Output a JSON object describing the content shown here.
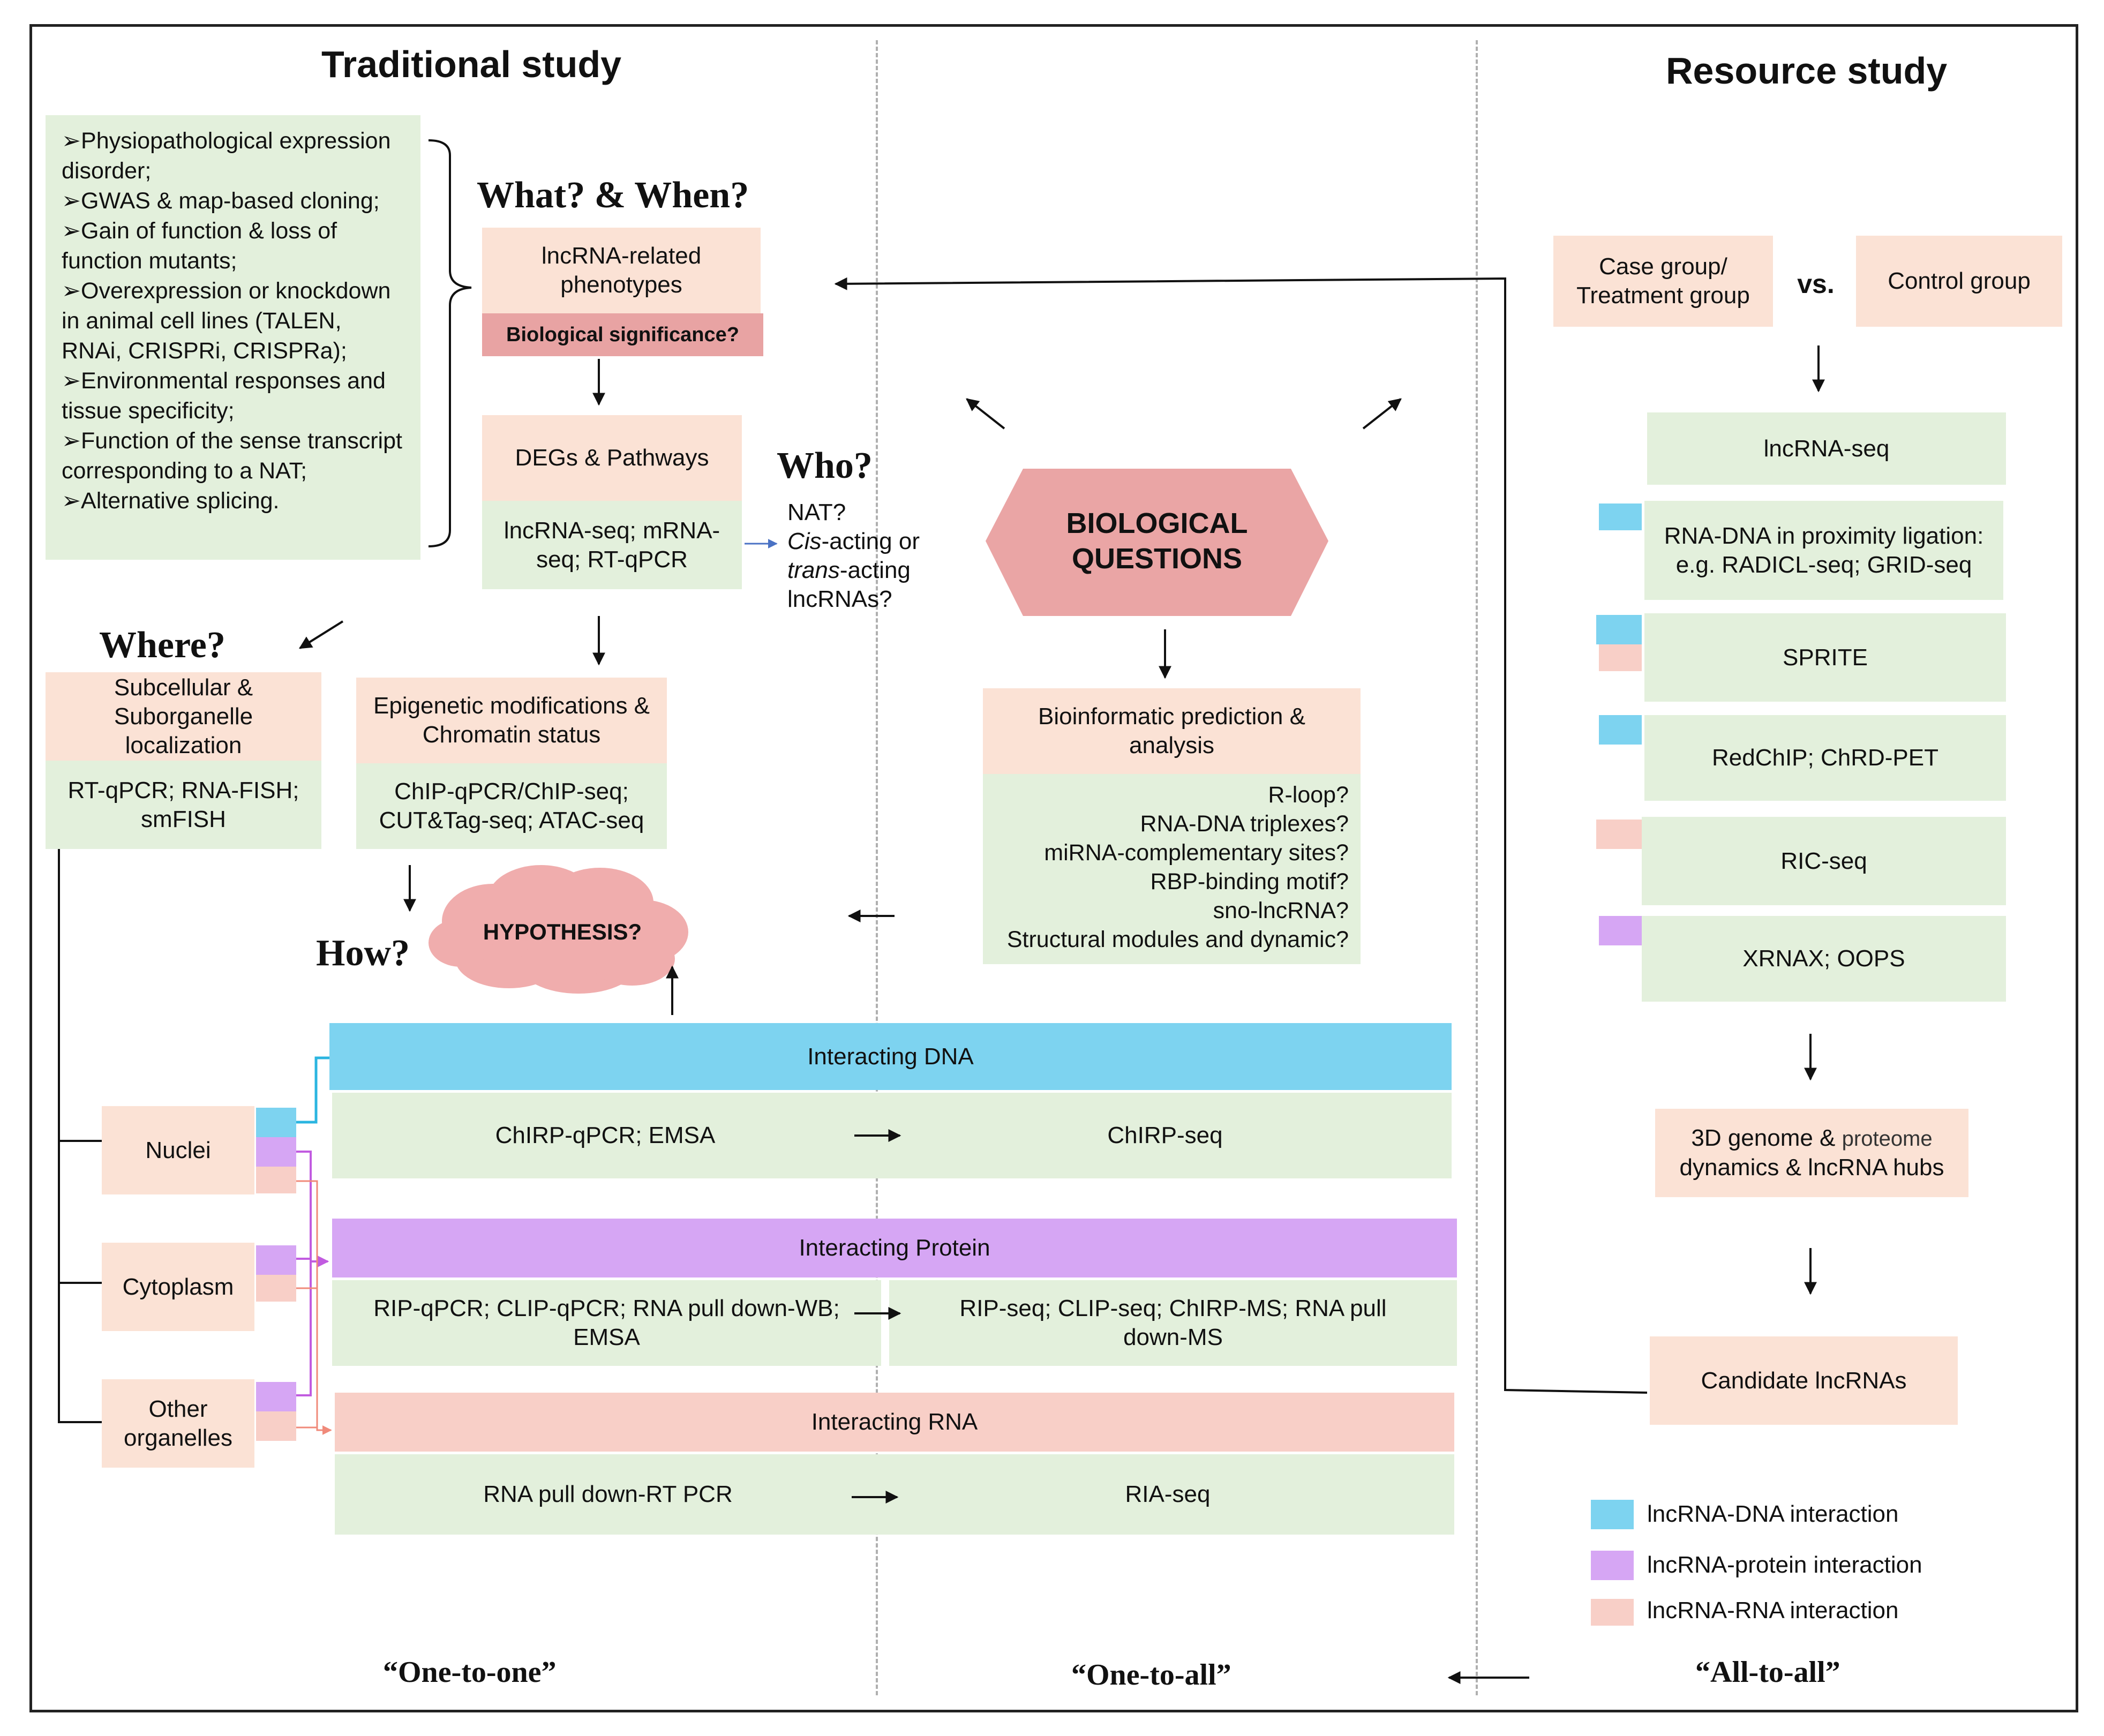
{
  "headers": {
    "traditional": "Traditional study",
    "resource": "Resource  study"
  },
  "questions": {
    "what_when": "What? & When?",
    "who": "Who?",
    "where": "Where?",
    "how": "How?"
  },
  "traditional_methods": [
    "➢Physiopathological expression disorder;",
    "➢GWAS & map-based cloning;",
    "➢Gain of function & loss of function mutants;",
    "➢Overexpression or knockdown in animal cell lines (TALEN, RNAi, CRISPRi, CRISPRa);",
    "➢Environmental responses and tissue specificity;",
    "➢Function of the sense transcript corresponding to a NAT;",
    "➢Alternative splicing."
  ],
  "phenotypes": {
    "label": "lncRNA-related phenotypes",
    "significance": "Biological significance?"
  },
  "degs": {
    "label": "DEGs & Pathways",
    "methods": "lncRNA-seq; mRNA-seq; RT-qPCR"
  },
  "who_answer": {
    "line1": "NAT?",
    "cis": "Cis",
    "cis_rest": "-acting or",
    "trans": "trans",
    "trans_rest": "-acting",
    "line4": "lncRNAs?"
  },
  "localization": {
    "label": "Subcellular & Suborganelle localization",
    "methods": "RT-qPCR; RNA-FISH; smFISH"
  },
  "epigenetic": {
    "label": "Epigenetic modifications & Chromatin status",
    "methods": "ChIP-qPCR/ChIP-seq; CUT&Tag-seq; ATAC-seq"
  },
  "biological_questions": "BIOLOGICAL QUESTIONS",
  "hypothesis": "HYPOTHESIS?",
  "bioinformatic": {
    "label": "Bioinformatic prediction & analysis",
    "items": [
      "R-loop?",
      "RNA-DNA triplexes?",
      "miRNA-complementary sites?",
      "RBP-binding motif?",
      "sno-lncRNA?",
      "Structural modules and dynamic?"
    ]
  },
  "compartments": [
    "Nuclei",
    "Cytoplasm",
    "Other organelles"
  ],
  "interactions": [
    {
      "header": "Interacting DNA",
      "left": "ChIRP-qPCR; EMSA",
      "right": "ChIRP-seq"
    },
    {
      "header": "Interacting Protein",
      "left": "RIP-qPCR; CLIP-qPCR; RNA pull down-WB; EMSA",
      "right": "RIP-seq; CLIP-seq; ChIRP-MS; RNA pull down-MS"
    },
    {
      "header": "Interacting RNA",
      "left": "RNA pull down-RT PCR",
      "right": "RIA-seq"
    }
  ],
  "resource": {
    "case": "Case group/ Treatment group",
    "vs": "vs.",
    "control": "Control group",
    "steps": [
      "lncRNA-seq",
      "RNA-DNA in proximity  ligation: e.g. RADICL-seq; GRID-seq",
      "SPRITE",
      "RedChIP; ChRD-PET",
      "RIC-seq",
      "XRNAX; OOPS"
    ],
    "genome_a": "3D genome & ",
    "genome_b": "proteome",
    "genome_c": "dynamics & lncRNA hubs",
    "candidates": "Candidate lncRNAs"
  },
  "legend": [
    {
      "label": "lncRNA-DNA interaction",
      "color": "#7dd3f0"
    },
    {
      "label": "lncRNA-protein interaction",
      "color": "#d6a6f4"
    },
    {
      "label": "lncRNA-RNA interaction",
      "color": "#f8cfc7"
    }
  ],
  "footer": {
    "one_to_one": "“One-to-one”",
    "one_to_all": "“One-to-all”",
    "all_to_all": "“All-to-all”"
  },
  "colors": {
    "peach": "#fbe2d5",
    "green": "#e3f0dc",
    "dna": "#7dd3f0",
    "protein": "#d6a6f4",
    "rna": "#f8cfc7",
    "significance": "#e8a3a3",
    "hexagon": "#eaa5a5",
    "cloud": "#f0adad"
  }
}
